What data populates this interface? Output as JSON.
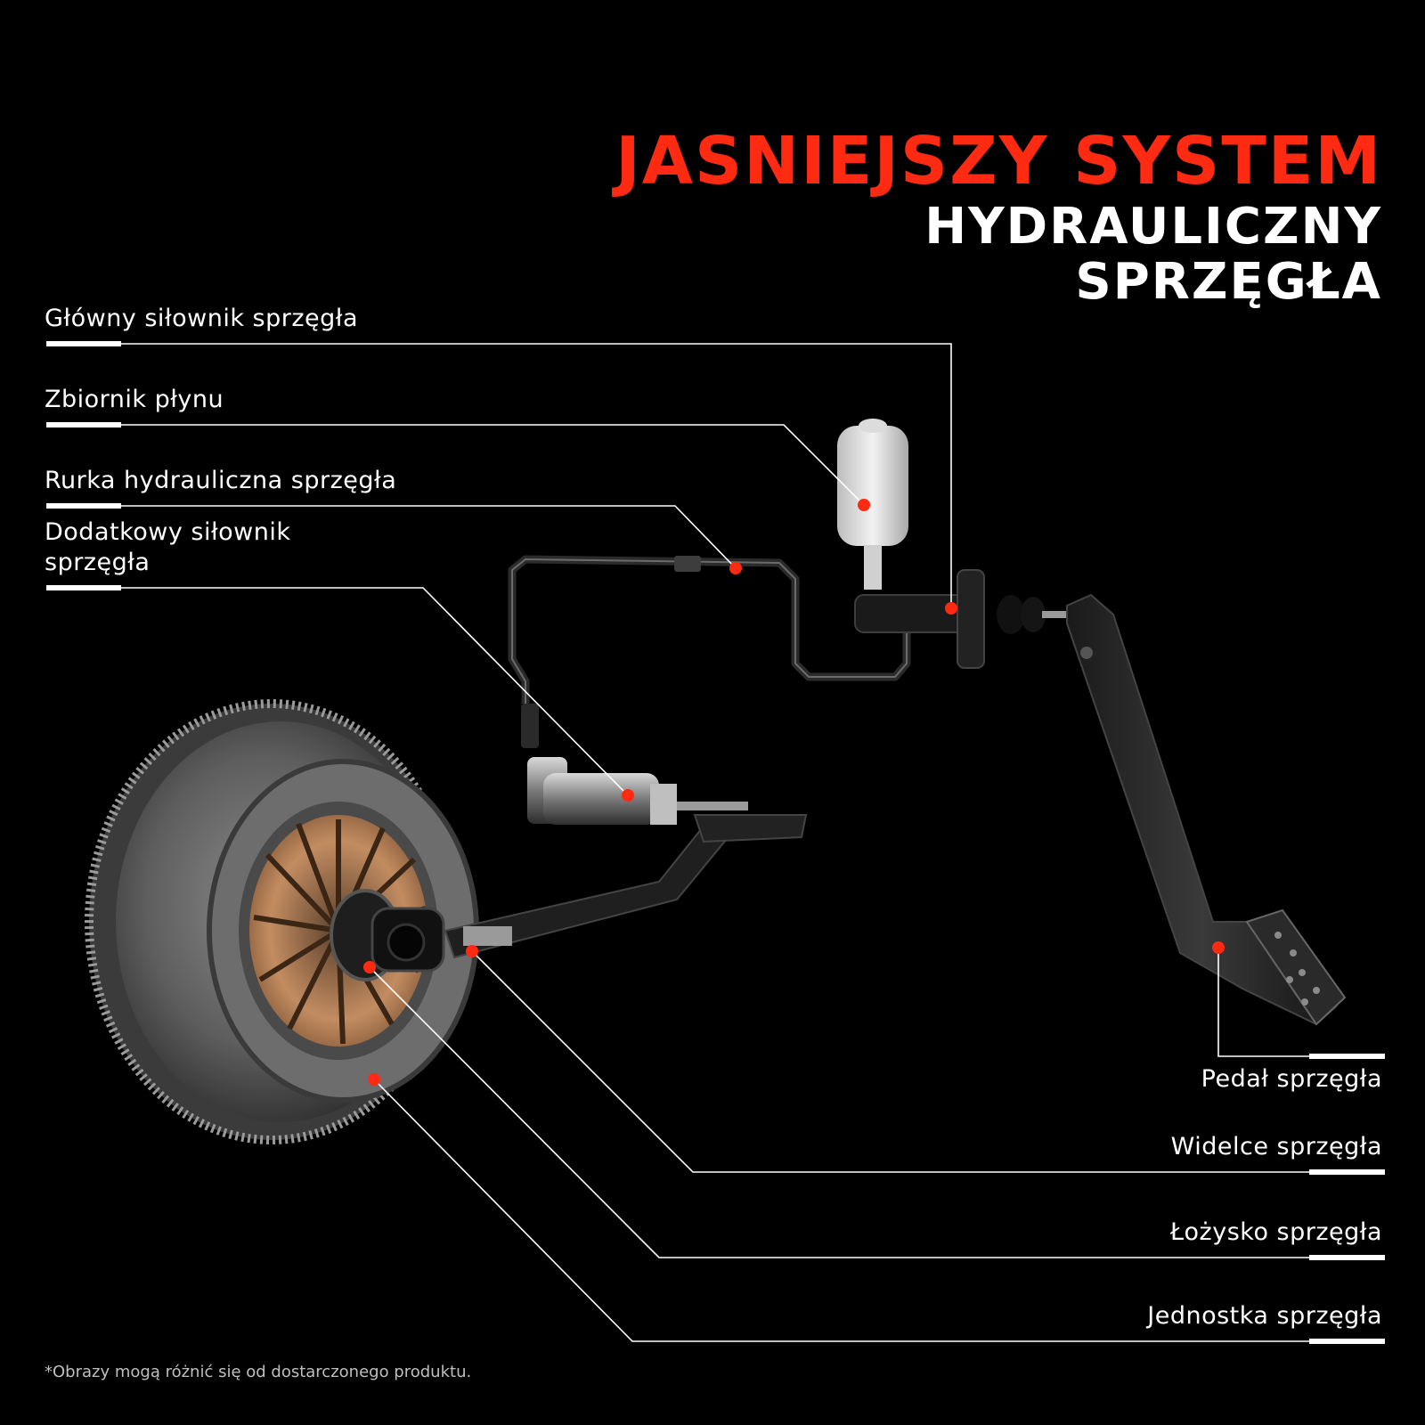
{
  "colors": {
    "accent": "#ff2a12",
    "text": "#ffffff",
    "background": "#000000"
  },
  "title": {
    "line1": "JASNIEJSZY SYSTEM",
    "line2": "HYDRAULICZNY",
    "line3": "SPRZĘGŁA"
  },
  "labels": {
    "master_cylinder": "Główny siłownik sprzęgła",
    "reservoir": "Zbiornik płynu",
    "hydraulic_line": "Rurka hydrauliczna sprzęgła",
    "slave_cylinder_line1": "Dodatkowy siłownik",
    "slave_cylinder_line2": "sprzęgła",
    "pedal": "Pedał sprzęgła",
    "fork": "Widelce sprzęgła",
    "bearing": "Łożysko sprzęgła",
    "unit": "Jednostka sprzęgła"
  },
  "footnote": "*Obrazy mogą różnić się od dostarczonego produktu."
}
